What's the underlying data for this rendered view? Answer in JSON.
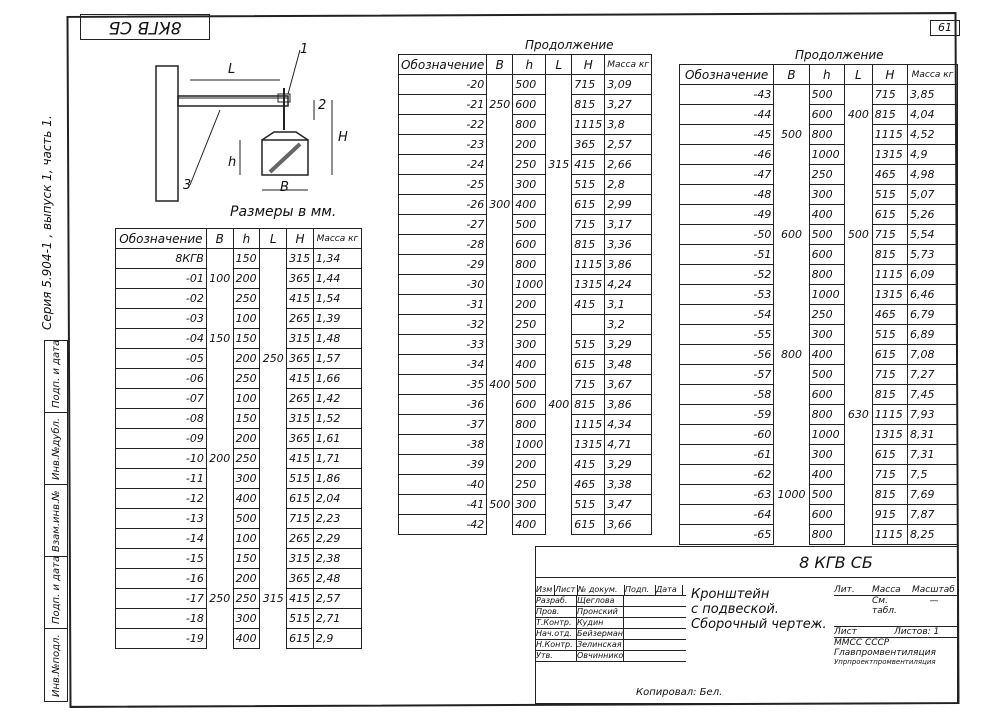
{
  "stamp_top": "8КГВ СБ",
  "sheet_number": "61",
  "series_text": "Серия 5.904-1 , выпуск 1, часть 1.",
  "left_strip": [
    "Инв.№подл.",
    "Подп. и дата",
    "Взам.инв.№",
    "Инв.№дубл.",
    "Подп. и дата"
  ],
  "sketch": {
    "label_L": "L",
    "label_1": "1",
    "label_2": "2",
    "label_3": "3",
    "label_H": "H",
    "label_h": "h",
    "label_B": "B",
    "caption": "Размеры в мм."
  },
  "continued_label": "Продолжение",
  "headers": {
    "des": "Обозначение",
    "B": "B",
    "h": "h",
    "L": "L",
    "H": "H",
    "mass": "Масса кг"
  },
  "table1": {
    "rows": [
      {
        "des": "8КГВ",
        "B": "",
        "h": "150",
        "L": "",
        "H": "315",
        "m": "1,34"
      },
      {
        "des": "-01",
        "B": "100",
        "h": "200",
        "L": "",
        "H": "365",
        "m": "1,44"
      },
      {
        "des": "-02",
        "B": "",
        "h": "250",
        "L": "",
        "H": "415",
        "m": "1,54"
      },
      {
        "des": "-03",
        "B": "",
        "h": "100",
        "L": "",
        "H": "265",
        "m": "1,39"
      },
      {
        "des": "-04",
        "B": "150",
        "h": "150",
        "L": "",
        "H": "315",
        "m": "1,48"
      },
      {
        "des": "-05",
        "B": "",
        "h": "200",
        "L": "250",
        "H": "365",
        "m": "1,57"
      },
      {
        "des": "-06",
        "B": "",
        "h": "250",
        "L": "",
        "H": "415",
        "m": "1,66"
      },
      {
        "des": "-07",
        "B": "",
        "h": "100",
        "L": "",
        "H": "265",
        "m": "1,42"
      },
      {
        "des": "-08",
        "B": "",
        "h": "150",
        "L": "",
        "H": "315",
        "m": "1,52"
      },
      {
        "des": "-09",
        "B": "",
        "h": "200",
        "L": "",
        "H": "365",
        "m": "1,61"
      },
      {
        "des": "-10",
        "B": "200",
        "h": "250",
        "L": "",
        "H": "415",
        "m": "1,71"
      },
      {
        "des": "-11",
        "B": "",
        "h": "300",
        "L": "",
        "H": "515",
        "m": "1,86"
      },
      {
        "des": "-12",
        "B": "",
        "h": "400",
        "L": "",
        "H": "615",
        "m": "2,04"
      },
      {
        "des": "-13",
        "B": "",
        "h": "500",
        "L": "",
        "H": "715",
        "m": "2,23"
      },
      {
        "des": "-14",
        "B": "",
        "h": "100",
        "L": "",
        "H": "265",
        "m": "2,29"
      },
      {
        "des": "-15",
        "B": "",
        "h": "150",
        "L": "",
        "H": "315",
        "m": "2,38"
      },
      {
        "des": "-16",
        "B": "",
        "h": "200",
        "L": "",
        "H": "365",
        "m": "2,48"
      },
      {
        "des": "-17",
        "B": "250",
        "h": "250",
        "L": "315",
        "H": "415",
        "m": "2,57"
      },
      {
        "des": "-18",
        "B": "",
        "h": "300",
        "L": "",
        "H": "515",
        "m": "2,71"
      },
      {
        "des": "-19",
        "B": "",
        "h": "400",
        "L": "",
        "H": "615",
        "m": "2,9"
      }
    ]
  },
  "table2": {
    "rows": [
      {
        "des": "-20",
        "B": "",
        "h": "500",
        "L": "",
        "H": "715",
        "m": "3,09"
      },
      {
        "des": "-21",
        "B": "250",
        "h": "600",
        "L": "",
        "H": "815",
        "m": "3,27"
      },
      {
        "des": "-22",
        "B": "",
        "h": "800",
        "L": "",
        "H": "1115",
        "m": "3,8"
      },
      {
        "des": "-23",
        "B": "",
        "h": "200",
        "L": "",
        "H": "365",
        "m": "2,57"
      },
      {
        "des": "-24",
        "B": "",
        "h": "250",
        "L": "315",
        "H": "415",
        "m": "2,66"
      },
      {
        "des": "-25",
        "B": "",
        "h": "300",
        "L": "",
        "H": "515",
        "m": "2,8"
      },
      {
        "des": "-26",
        "B": "300",
        "h": "400",
        "L": "",
        "H": "615",
        "m": "2,99"
      },
      {
        "des": "-27",
        "B": "",
        "h": "500",
        "L": "",
        "H": "715",
        "m": "3,17"
      },
      {
        "des": "-28",
        "B": "",
        "h": "600",
        "L": "",
        "H": "815",
        "m": "3,36"
      },
      {
        "des": "-29",
        "B": "",
        "h": "800",
        "L": "",
        "H": "1115",
        "m": "3,86"
      },
      {
        "des": "-30",
        "B": "",
        "h": "1000",
        "L": "",
        "H": "1315",
        "m": "4,24"
      },
      {
        "des": "-31",
        "B": "",
        "h": "200",
        "L": "",
        "H": "415",
        "m": "3,1"
      },
      {
        "des": "-32",
        "B": "",
        "h": "250",
        "L": "",
        "H": "",
        "m": "3,2"
      },
      {
        "des": "-33",
        "B": "",
        "h": "300",
        "L": "",
        "H": "515",
        "m": "3,29"
      },
      {
        "des": "-34",
        "B": "",
        "h": "400",
        "L": "",
        "H": "615",
        "m": "3,48"
      },
      {
        "des": "-35",
        "B": "400",
        "h": "500",
        "L": "",
        "H": "715",
        "m": "3,67"
      },
      {
        "des": "-36",
        "B": "",
        "h": "600",
        "L": "400",
        "H": "815",
        "m": "3,86"
      },
      {
        "des": "-37",
        "B": "",
        "h": "800",
        "L": "",
        "H": "1115",
        "m": "4,34"
      },
      {
        "des": "-38",
        "B": "",
        "h": "1000",
        "L": "",
        "H": "1315",
        "m": "4,71"
      },
      {
        "des": "-39",
        "B": "",
        "h": "200",
        "L": "",
        "H": "415",
        "m": "3,29"
      },
      {
        "des": "-40",
        "B": "",
        "h": "250",
        "L": "",
        "H": "465",
        "m": "3,38"
      },
      {
        "des": "-41",
        "B": "500",
        "h": "300",
        "L": "",
        "H": "515",
        "m": "3,47"
      },
      {
        "des": "-42",
        "B": "",
        "h": "400",
        "L": "",
        "H": "615",
        "m": "3,66"
      }
    ]
  },
  "table3": {
    "rows": [
      {
        "des": "-43",
        "B": "",
        "h": "500",
        "L": "",
        "H": "715",
        "m": "3,85"
      },
      {
        "des": "-44",
        "B": "",
        "h": "600",
        "L": "400",
        "H": "815",
        "m": "4,04"
      },
      {
        "des": "-45",
        "B": "500",
        "h": "800",
        "L": "",
        "H": "1115",
        "m": "4,52"
      },
      {
        "des": "-46",
        "B": "",
        "h": "1000",
        "L": "",
        "H": "1315",
        "m": "4,9"
      },
      {
        "des": "-47",
        "B": "",
        "h": "250",
        "L": "",
        "H": "465",
        "m": "4,98"
      },
      {
        "des": "-48",
        "B": "",
        "h": "300",
        "L": "",
        "H": "515",
        "m": "5,07"
      },
      {
        "des": "-49",
        "B": "",
        "h": "400",
        "L": "",
        "H": "615",
        "m": "5,26"
      },
      {
        "des": "-50",
        "B": "600",
        "h": "500",
        "L": "500",
        "H": "715",
        "m": "5,54"
      },
      {
        "des": "-51",
        "B": "",
        "h": "600",
        "L": "",
        "H": "815",
        "m": "5,73"
      },
      {
        "des": "-52",
        "B": "",
        "h": "800",
        "L": "",
        "H": "1115",
        "m": "6,09"
      },
      {
        "des": "-53",
        "B": "",
        "h": "1000",
        "L": "",
        "H": "1315",
        "m": "6,46"
      },
      {
        "des": "-54",
        "B": "",
        "h": "250",
        "L": "",
        "H": "465",
        "m": "6,79"
      },
      {
        "des": "-55",
        "B": "",
        "h": "300",
        "L": "",
        "H": "515",
        "m": "6,89"
      },
      {
        "des": "-56",
        "B": "800",
        "h": "400",
        "L": "",
        "H": "615",
        "m": "7,08"
      },
      {
        "des": "-57",
        "B": "",
        "h": "500",
        "L": "",
        "H": "715",
        "m": "7,27"
      },
      {
        "des": "-58",
        "B": "",
        "h": "600",
        "L": "",
        "H": "815",
        "m": "7,45"
      },
      {
        "des": "-59",
        "B": "",
        "h": "800",
        "L": "630",
        "H": "1115",
        "m": "7,93"
      },
      {
        "des": "-60",
        "B": "",
        "h": "1000",
        "L": "",
        "H": "1315",
        "m": "8,31"
      },
      {
        "des": "-61",
        "B": "",
        "h": "300",
        "L": "",
        "H": "615",
        "m": "7,31"
      },
      {
        "des": "-62",
        "B": "",
        "h": "400",
        "L": "",
        "H": "715",
        "m": "7,5"
      },
      {
        "des": "-63",
        "B": "1000",
        "h": "500",
        "L": "",
        "H": "815",
        "m": "7,69"
      },
      {
        "des": "-64",
        "B": "",
        "h": "600",
        "L": "",
        "H": "915",
        "m": "7,87"
      },
      {
        "des": "-65",
        "B": "",
        "h": "800",
        "L": "",
        "H": "1115",
        "m": "8,25"
      }
    ]
  },
  "title_block": {
    "code": "8 КГВ СБ",
    "title_line1": "Кронштейн",
    "title_line2": "с подвеской.",
    "title_line3": "Сборочный чертеж.",
    "col_headers": [
      "Изм",
      "Лист",
      "№ докум.",
      "Подп.",
      "Дата"
    ],
    "signers": [
      {
        "role": "Разраб.",
        "name": "Щеглова"
      },
      {
        "role": "Пров.",
        "name": "Пронский"
      },
      {
        "role": "Т.Контр.",
        "name": "Кудин"
      },
      {
        "role": "Нач.отд.",
        "name": "Бейзерман"
      },
      {
        "role": "Н.Контр.",
        "name": "Зелинская"
      },
      {
        "role": "Утв.",
        "name": "Овчинников"
      }
    ],
    "lit_label": "Лит.",
    "mass_label": "Масса",
    "scale_label": "Масштаб",
    "mass_value": "См. табл.",
    "scale_value": "—",
    "sheet_label": "Лист",
    "sheets_label": "Листов: 1",
    "org_line1": "ММСС СССР",
    "org_line2": "Главпромвентиляция",
    "org_line3": "Упрпроектпромвентиляция",
    "copied": "Копировал: Бел."
  }
}
